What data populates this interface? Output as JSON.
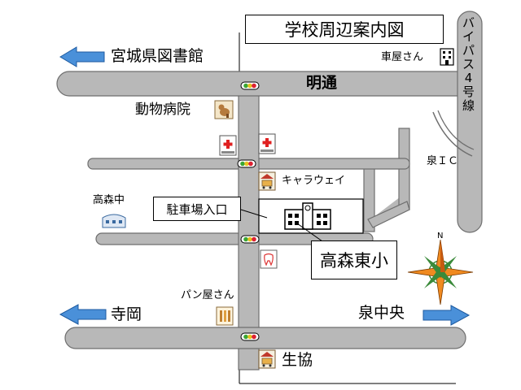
{
  "title": "学校周辺案内図",
  "roads": {
    "meidori": "明通",
    "bypass": [
      "バ",
      "イ",
      "パ",
      "ス",
      "4",
      "号",
      "線"
    ]
  },
  "directions": {
    "library": "宮城県図書館",
    "teraoka": "寺岡",
    "izumi_chuo": "泉中央"
  },
  "places": {
    "kurumaya": "車屋さん",
    "animal_hospital": "動物病院",
    "izumi_ic": "泉ＩＣ",
    "caraway": "キャラウェイ",
    "takamori_chu": "高森中",
    "parking": "駐車場入口",
    "school": "高森東小",
    "bakery": "パン屋さん",
    "coop": "生協"
  },
  "compass": {
    "north": "N"
  },
  "colors": {
    "road_fill": "#b8b8b8",
    "road_stroke": "#6e6e6e",
    "arrow_blue": "#4a90d9",
    "hospital_red": "#e02020"
  }
}
